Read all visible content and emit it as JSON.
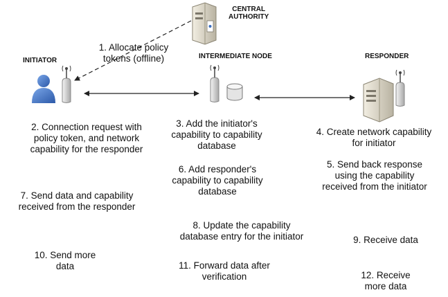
{
  "nodes": {
    "central_authority": "CENTRAL\nAUTHORITY",
    "initiator": "INITIATOR",
    "intermediate": "INTERMEDIATE NODE",
    "responder": "RESPONDER"
  },
  "steps": {
    "s1": "1. Allocate policy\ntokens (offline)",
    "s2": "2. Connection request with\npolicy token, and network\ncapability for the responder",
    "s3": "3. Add the initiator's\ncapability to capability\ndatabase",
    "s4": "4. Create network capability\nfor initiator",
    "s5": "5. Send back response\nusing the capability\nreceived from the initiator",
    "s6": "6. Add responder's\ncapability to capability\ndatabase",
    "s7": "7. Send data and capability\nreceived from the responder",
    "s8": "8. Update the capability\ndatabase entry for the initiator",
    "s9": "9. Receive data",
    "s10": "10. Send more\ndata",
    "s11": "11. Forward data after\nverification",
    "s12": "12. Receive\nmore data"
  },
  "colors": {
    "person": "#3b6fc0",
    "server": "#d8d2c0",
    "antenna": "#cfcfcf",
    "line": "#222222"
  },
  "icons": [
    "server-icon",
    "person-icon",
    "antenna-icon",
    "database-icon"
  ]
}
